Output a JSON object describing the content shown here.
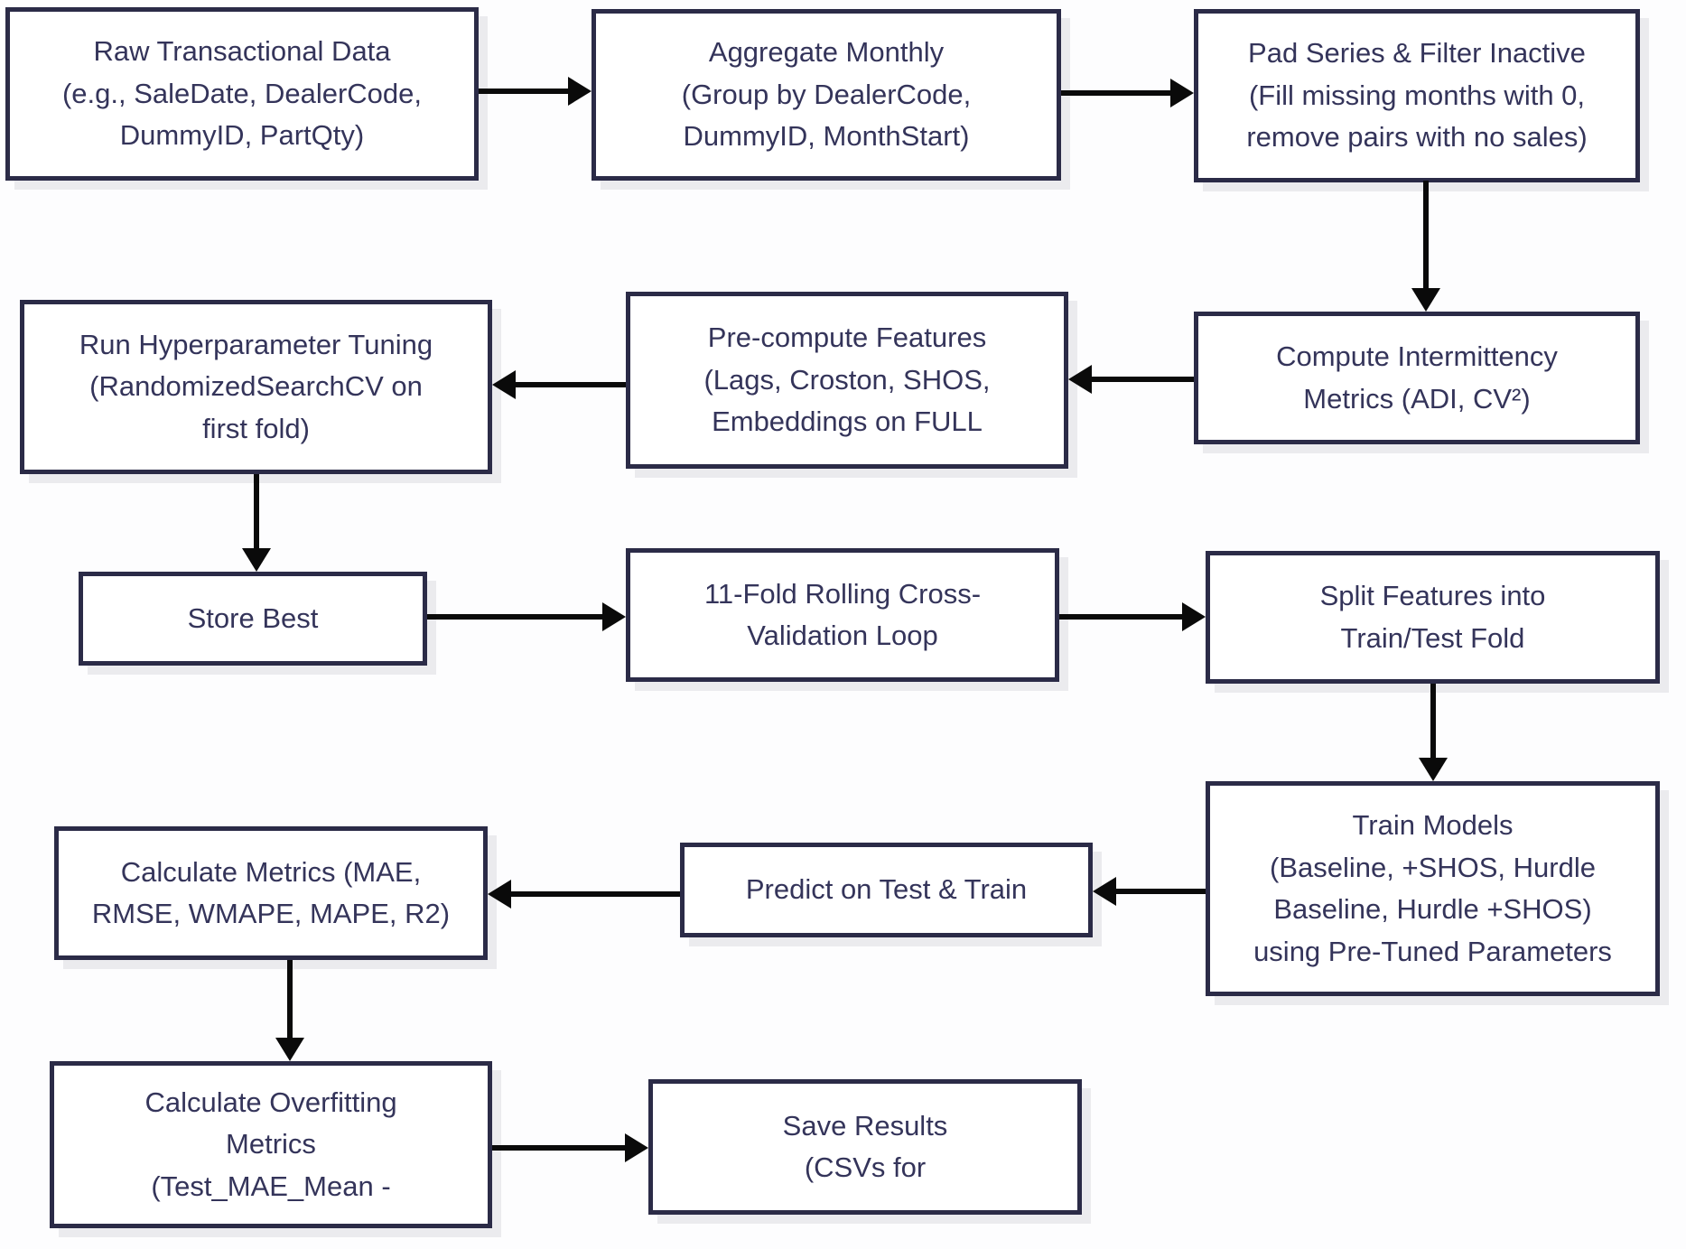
{
  "diagram": {
    "type": "flowchart",
    "nodes": {
      "raw_data": {
        "label": "Raw Transactional Data\n(e.g., SaleDate, DealerCode,\nDummyID, PartQty)"
      },
      "aggregate": {
        "label": "Aggregate Monthly\n(Group by DealerCode,\nDummyID, MonthStart)"
      },
      "pad_filter": {
        "label": "Pad Series & Filter Inactive\n(Fill missing months with 0,\nremove pairs with no sales)"
      },
      "intermittency": {
        "label": "Compute Intermittency\nMetrics (ADI, CV²)"
      },
      "precompute": {
        "label": "Pre-compute Features\n(Lags, Croston, SHOS,\nEmbeddings on FULL"
      },
      "tuning": {
        "label": "Run Hyperparameter Tuning\n(RandomizedSearchCV on\nfirst fold)"
      },
      "store_best": {
        "label": "Store Best"
      },
      "cv_loop": {
        "label": "11-Fold Rolling Cross-\nValidation Loop"
      },
      "split": {
        "label": "Split Features into\nTrain/Test Fold"
      },
      "train_models": {
        "label": "Train Models\n(Baseline, +SHOS, Hurdle\nBaseline, Hurdle +SHOS)\nusing Pre-Tuned Parameters"
      },
      "predict": {
        "label": "Predict on Test & Train"
      },
      "metrics": {
        "label": "Calculate Metrics (MAE,\nRMSE, WMAPE, MAPE, R2)"
      },
      "overfitting": {
        "label": "Calculate Overfitting\nMetrics\n(Test_MAE_Mean -"
      },
      "save_results": {
        "label": "Save Results\n(CSVs for"
      }
    },
    "edges": [
      {
        "from": "raw_data",
        "to": "aggregate"
      },
      {
        "from": "aggregate",
        "to": "pad_filter"
      },
      {
        "from": "pad_filter",
        "to": "intermittency"
      },
      {
        "from": "intermittency",
        "to": "precompute"
      },
      {
        "from": "precompute",
        "to": "tuning"
      },
      {
        "from": "tuning",
        "to": "store_best"
      },
      {
        "from": "store_best",
        "to": "cv_loop"
      },
      {
        "from": "cv_loop",
        "to": "split"
      },
      {
        "from": "split",
        "to": "train_models"
      },
      {
        "from": "train_models",
        "to": "predict"
      },
      {
        "from": "predict",
        "to": "metrics"
      },
      {
        "from": "metrics",
        "to": "overfitting"
      },
      {
        "from": "overfitting",
        "to": "save_results"
      }
    ],
    "colors": {
      "box_border": "#2b2b47",
      "box_fill": "#ffffff",
      "text": "#34345a",
      "arrow": "#0a0a0a",
      "shadow": "#ebebee",
      "background": "#fdfdfe"
    }
  }
}
